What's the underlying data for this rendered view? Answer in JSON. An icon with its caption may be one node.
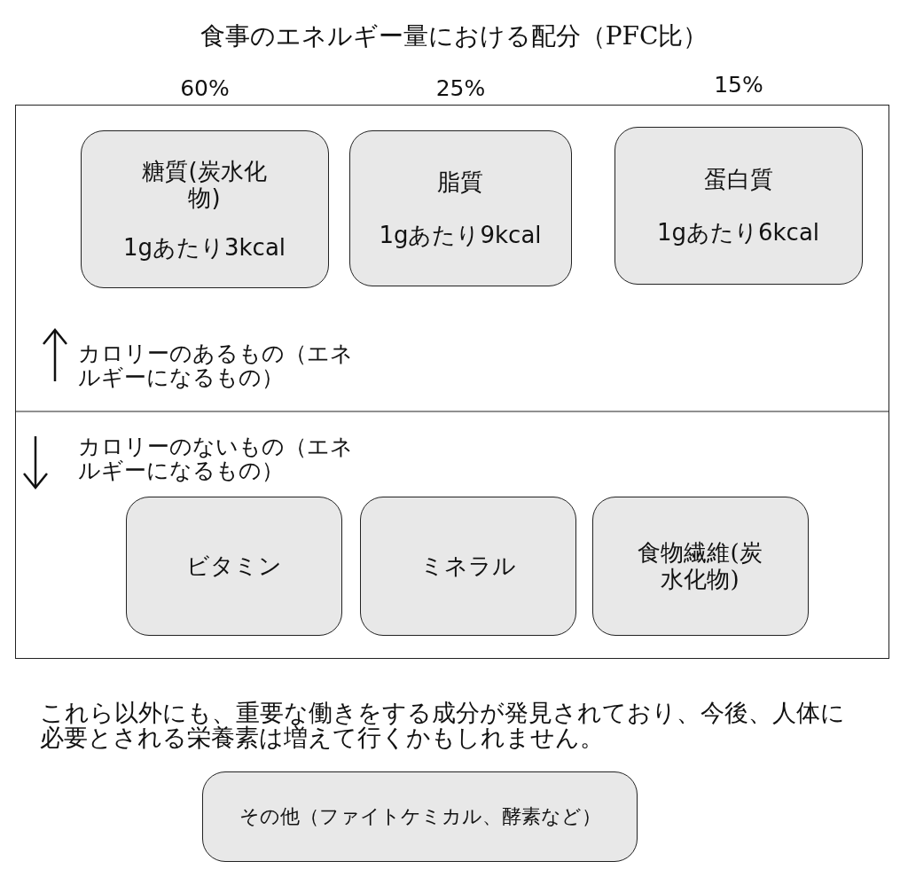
{
  "diagram": {
    "title": "食事のエネルギー量における配分（PFC比）",
    "nodes": [
      {
        "text": [],
        "shape": "box"
      },
      {
        "text": [
          "糖質(炭水化物)",
          "1gあたり3kcal"
        ],
        "in": 0,
        "beside": [
          "60%"
        ]
      },
      {
        "text": [
          "脂質",
          "1gあたり9kcal"
        ],
        "in": 0,
        "beside": [
          "25%"
        ]
      },
      {
        "text": [
          "蛋白質",
          "1gあたり6kcal"
        ],
        "in": 0,
        "beside": [
          "15%"
        ]
      },
      {
        "text": [
          "ビタミン"
        ],
        "in": 0
      },
      {
        "text": [
          "ミネラル"
        ],
        "in": 0
      },
      {
        "text": [
          "食物繊維(炭水化物)"
        ],
        "in": 0
      },
      {
        "text": [
          "その他（ファイトケミカル、酵素など）"
        ]
      }
    ],
    "edges": [],
    "labels": [
      "カロリーのあるもの（エネルギーになるもの）",
      "カロリーのないもの（エネルギーになるもの）",
      "これら以外にも、重要な働きをする成分が発見されており、今後、人体に必要とされる栄養素は増えて行くかもしれません。"
    ]
  }
}
